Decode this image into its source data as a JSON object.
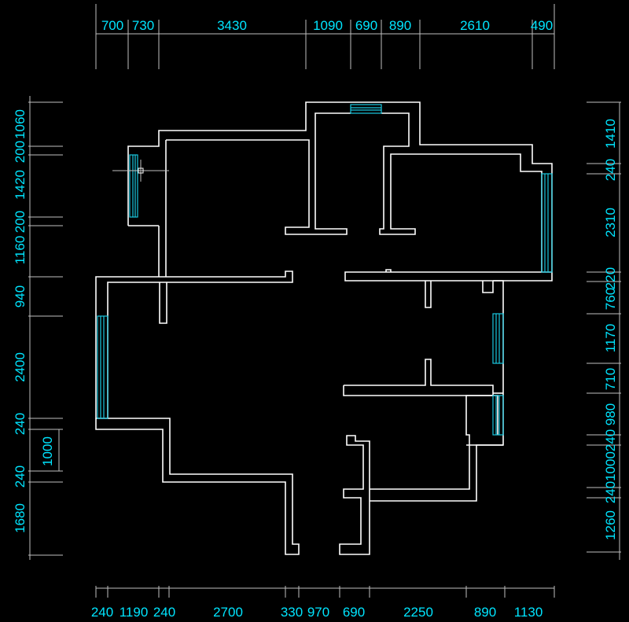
{
  "dimensions": {
    "top": [
      "700",
      "730",
      "3430",
      "1090",
      "690",
      "890",
      "2610",
      "490"
    ],
    "bottom": [
      "240",
      "1190",
      "240",
      "2700",
      "330",
      "970",
      "690",
      "2250",
      "890",
      "1130"
    ],
    "left_outer": [
      "1060",
      "200",
      "1420",
      "200",
      "1160",
      "940",
      "2400",
      "240",
      "240",
      "1680"
    ],
    "left_inner": [
      "1000"
    ],
    "right": [
      "1410",
      "240",
      "2310",
      "220",
      "760",
      "1170",
      "710",
      "980",
      "240",
      "1000",
      "240",
      "1260"
    ]
  },
  "colors": {
    "background": "#000000",
    "walls": "#ffffff",
    "dimension_text": "#00e5ff",
    "windows": "#19c8e0",
    "dimension_lines": "#bfbfbf"
  }
}
